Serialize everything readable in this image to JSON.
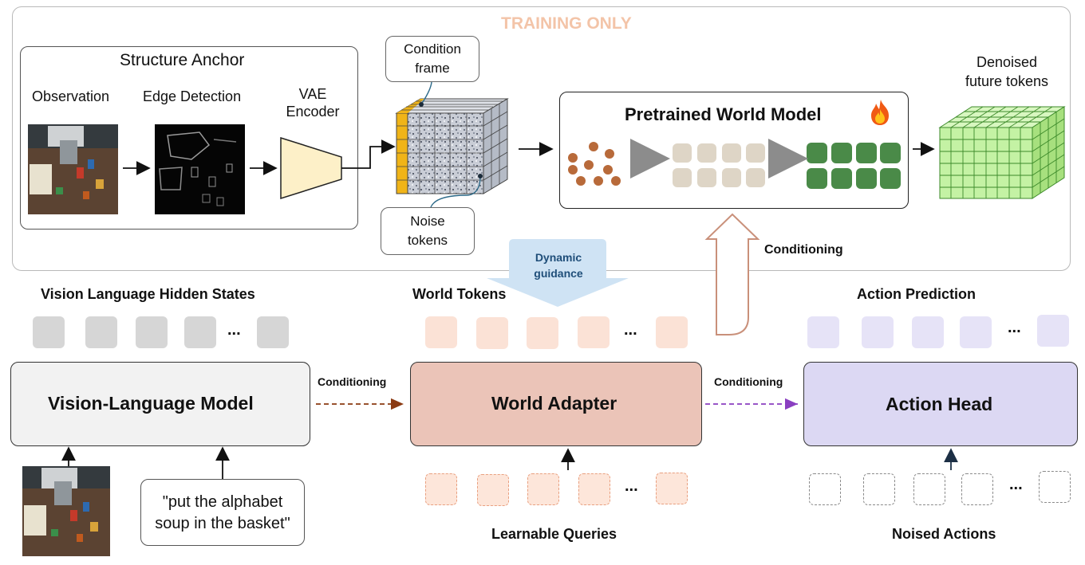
{
  "training_only": "TRAINING ONLY",
  "structure_anchor": {
    "title": "Structure Anchor",
    "observation": "Observation",
    "edge_detection": "Edge Detection",
    "vae_line1": "VAE",
    "vae_line2": "Encoder"
  },
  "callouts": {
    "condition_line1": "Condition",
    "condition_line2": "frame",
    "noise_line1": "Noise",
    "noise_line2": "tokens"
  },
  "world_model": {
    "title": "Pretrained World Model",
    "denoised_line1": "Denoised",
    "denoised_line2": "future tokens"
  },
  "dynamic_guidance": {
    "line1": "Dynamic",
    "line2": "guidance"
  },
  "conditioning": {
    "up": "Conditioning",
    "left": "Conditioning",
    "right": "Conditioning"
  },
  "sections": {
    "vl_hidden": "Vision Language Hidden States",
    "world_tokens": "World Tokens",
    "action_prediction": "Action Prediction",
    "learnable_queries": "Learnable Queries",
    "noised_actions": "Noised Actions"
  },
  "ellipsis": "...",
  "modules": {
    "vlm": "Vision-Language Model",
    "world_adapter": "World Adapter",
    "action_head": "Action Head"
  },
  "prompt": {
    "line1": "\"put the alphabet",
    "line2": "soup in the basket\""
  },
  "colors": {
    "training_only": "#f3c4a8",
    "vlm_fill": "#f2f2f2",
    "adapter_fill": "#ebc4b8",
    "action_fill": "#dcd8f3",
    "brown_token": "#b86a3a",
    "beige_token": "#ded5c6",
    "green_token": "#4a8a48",
    "grid_block": "#c4f2a4",
    "guidance_arrow": "#cfe3f4",
    "cond_brown": "#8b3a12",
    "cond_purple": "#8a3fc1",
    "hollow_arrow": "#c9907a",
    "orange_strip": "#f0b418"
  },
  "icons": {
    "fire": "fire-icon",
    "trapezoid": "vae-encoder-shape"
  }
}
